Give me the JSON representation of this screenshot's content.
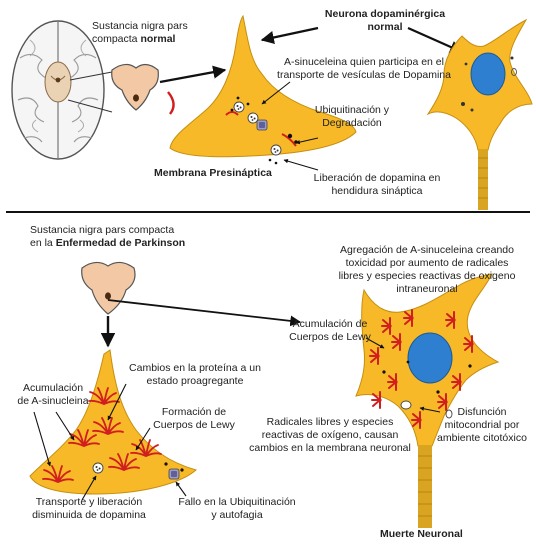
{
  "top": {
    "sn_label_line1": "Sustancia nigra pars",
    "sn_label_line2_pre": "compacta ",
    "sn_label_line2_bold": "normal",
    "neuron_title_line1": "Neurona dopaminérgica",
    "neuron_title_line2": "normal",
    "asyn_line1": "A-sinuceleina quien participa en el",
    "asyn_line2": "transporte de vesículas de Dopamina",
    "ubiq_line1": "Ubiquitinación y",
    "ubiq_line2": "Degradación",
    "membrane": "Membrana Presináptica",
    "release_line1": "Liberación de dopamina en",
    "release_line2": "hendidura sináptica"
  },
  "bottom": {
    "sn_label_line1": "Sustancia nigra pars compacta",
    "sn_label_line2_pre": "en la ",
    "sn_label_line2_bold": "Enfermedad de Parkinson",
    "aggregation_line1": "Agregación de A-sinuceleina creando",
    "aggregation_line2": "toxicidad por aumento de radicales",
    "aggregation_line3": "libres y especies reactivas de oxigeno",
    "aggregation_line4": "intraneuronal",
    "lewy_acc_line1": "Acumulación de",
    "lewy_acc_line2": "Cuerpos de Lewy",
    "protein_line1": "Cambios en la proteína a un",
    "protein_line2": "estado proagregante",
    "asyn_acc_line1": "Acumulación",
    "asyn_acc_line2": "de A-sinucleina",
    "lewy_form_line1": "Formación de",
    "lewy_form_line2": "Cuerpos de Lewy",
    "radicals_line1": "Radicales libres y especies",
    "radicals_line2": "reactivas de oxígeno, causan",
    "radicals_line3": "cambios en la membrana neuronal",
    "mito_line1": "Disfunción",
    "mito_line2": "mitocondrial por",
    "mito_line3": "ambiente citotóxico",
    "transport_line1": "Transporte y liberación",
    "transport_line2": "disminuida de dopamina",
    "ubiq_fail_line1": "Fallo en la Ubiquitinación",
    "ubiq_fail_line2": "y autofagia",
    "death": "Muerte Neuronal"
  },
  "colors": {
    "neuron_fill": "#F7B928",
    "neuron_light": "#FDE8A8",
    "nucleus": "#2E7FD0",
    "midbrain": "#F2C9A4",
    "axon": "#D9A421",
    "lewy": "#D11E1E"
  }
}
